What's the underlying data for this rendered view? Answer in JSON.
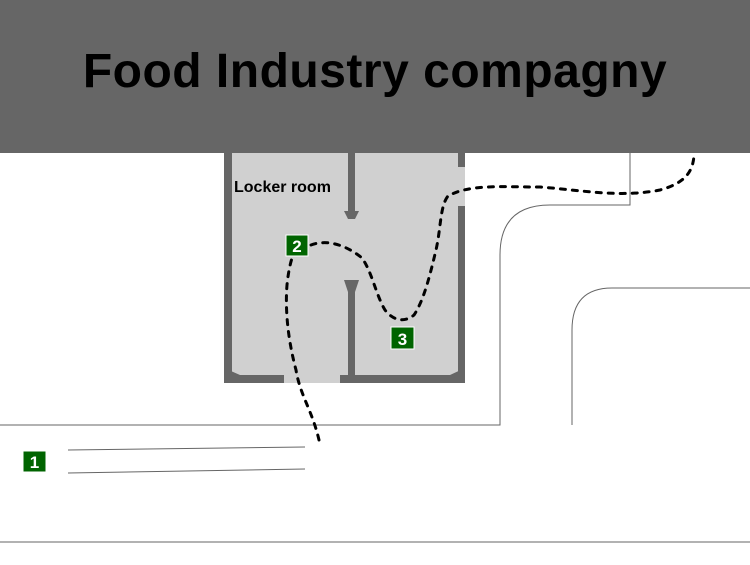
{
  "header": {
    "title": "Food Industry compagny",
    "background_color": "#666666"
  },
  "floorplan": {
    "room_label": "Locker room",
    "room_fill_color": "#d0d0d0",
    "wall_color": "#666666",
    "footprint_color": "#000000",
    "markers": [
      {
        "label": "1",
        "color": "#006400"
      },
      {
        "label": "2",
        "color": "#006400"
      },
      {
        "label": "3",
        "color": "#006400"
      }
    ]
  }
}
